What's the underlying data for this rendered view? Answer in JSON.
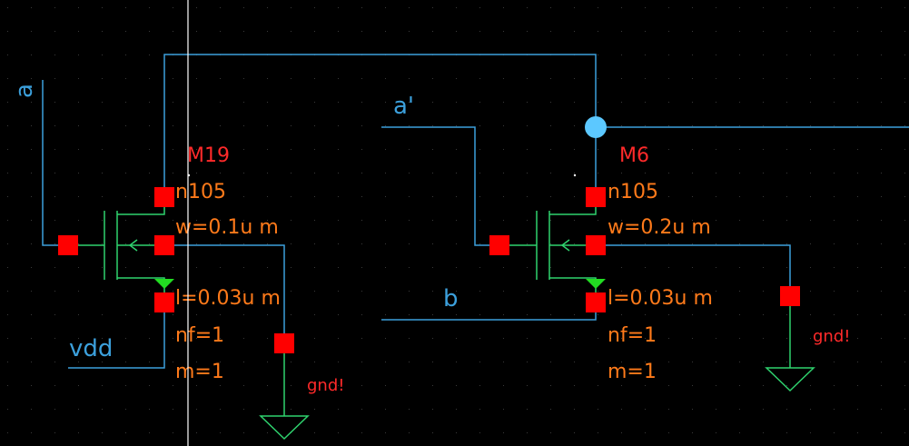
{
  "colors": {
    "background": "#000000",
    "grid_dot": "#3a3a3a",
    "wire": "#3ca0dc",
    "device": "#2fd26e",
    "pin": "#ff0000",
    "instance_name": "#ff2a2a",
    "param_text": "#ff7a1a",
    "ground_label": "#ff2a2a",
    "junction": "#5cc8ff",
    "cursor": "#ffffff",
    "arrow_fill": "#22dd22"
  },
  "nets": {
    "a": "a",
    "a_prime": "a'",
    "b": "b",
    "vdd": "vdd"
  },
  "transistors": [
    {
      "name": "M19",
      "model": "n105",
      "w": "w=0.1u m",
      "l": "l=0.03u m",
      "nf": "nf=1",
      "m": "m=1",
      "ground_label": "gnd!"
    },
    {
      "name": "M6",
      "model": "n105",
      "w": "w=0.2u m",
      "l": "l=0.03u m",
      "nf": "nf=1",
      "m": "m=1",
      "ground_label": "gnd!"
    }
  ],
  "icons": {
    "ground": "ground-symbol-icon",
    "junction": "net-junction-dot",
    "pin": "pin-square",
    "cursor": "crosshair-cursor"
  }
}
